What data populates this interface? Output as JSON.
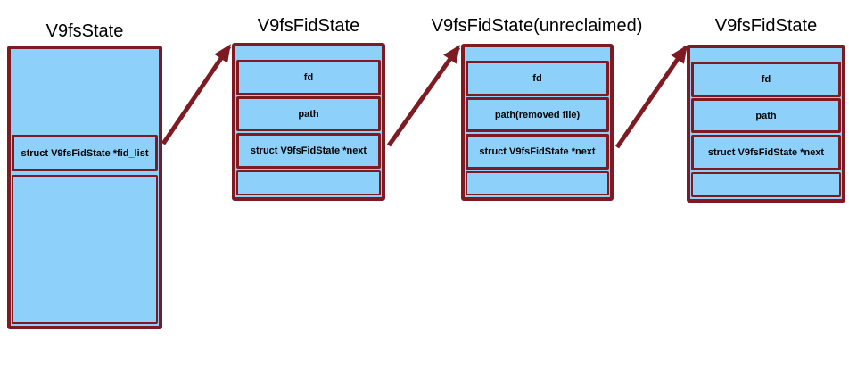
{
  "colors": {
    "background": "#FFFFFF",
    "border": "#7E1B22",
    "fill": "#8DD1FB",
    "arrow": "#7E1B22",
    "text": "#000000"
  },
  "nodes": [
    {
      "title": "V9fsState",
      "cells": [
        "struct V9fsFidState *fid_list"
      ]
    },
    {
      "title": "V9fsFidState",
      "cells": [
        "fd",
        "path",
        "struct V9fsFidState *next"
      ]
    },
    {
      "title": "V9fsFidState(unreclaimed)",
      "cells": [
        "fd",
        "path(removed file)",
        "struct V9fsFidState *next"
      ]
    },
    {
      "title": "V9fsFidState",
      "cells": [
        "fd",
        "path",
        "struct V9fsFidState *next"
      ]
    }
  ],
  "arrows": [
    {
      "from": "V9fsState.fid_list",
      "to": "V9fsFidState-1"
    },
    {
      "from": "V9fsFidState-1.next",
      "to": "V9fsFidState-2-unreclaimed"
    },
    {
      "from": "V9fsFidState-2-unreclaimed.next",
      "to": "V9fsFidState-3"
    }
  ]
}
